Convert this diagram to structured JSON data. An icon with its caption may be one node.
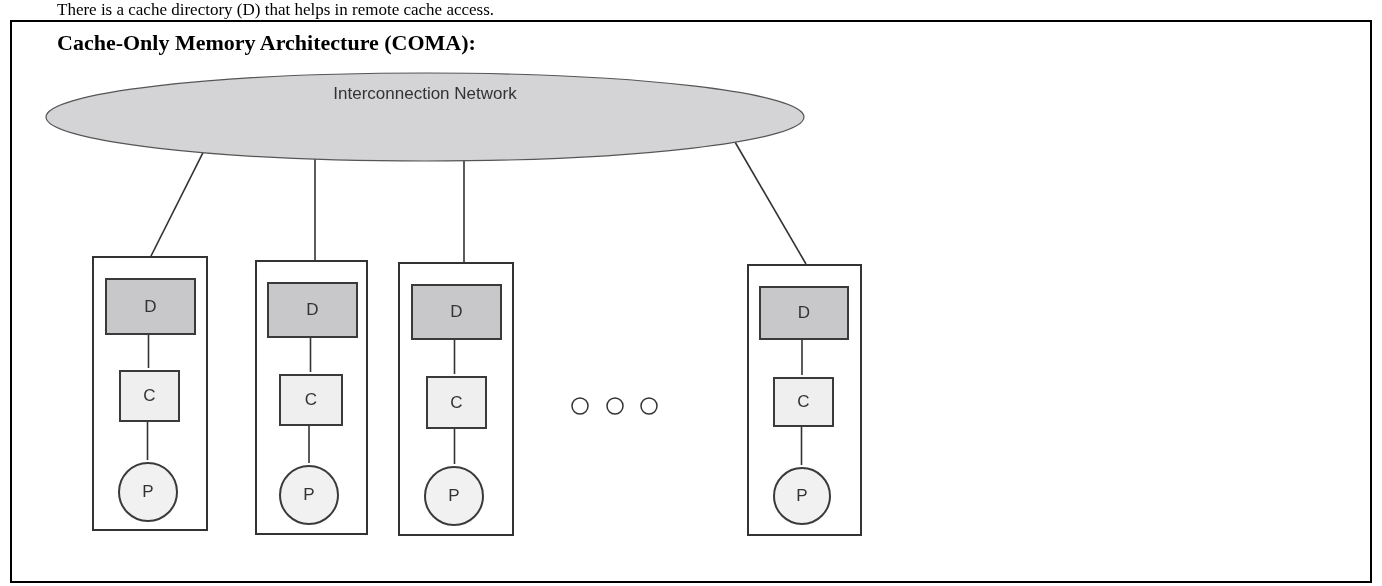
{
  "diagram": {
    "title": "Cache-Only Memory Architecture (COMA):",
    "nodes": [
      {
        "text": [
          "Interconnection Network"
        ]
      },
      {
        "text": [],
        "shape": "box"
      },
      {
        "text": [
          "D"
        ],
        "in": 1
      },
      {
        "text": [
          "C"
        ],
        "in": 1
      },
      {
        "text": [
          "P"
        ],
        "in": 1
      },
      {
        "text": [],
        "shape": "box"
      },
      {
        "text": [
          "D"
        ],
        "in": 5
      },
      {
        "text": [
          "C"
        ],
        "in": 5
      },
      {
        "text": [
          "P"
        ],
        "in": 5
      },
      {
        "text": [],
        "shape": "box"
      },
      {
        "text": [
          "D"
        ],
        "in": 9
      },
      {
        "text": [
          "C"
        ],
        "in": 9
      },
      {
        "text": [
          "P"
        ],
        "in": 9
      },
      {
        "text": [],
        "shape": "box"
      },
      {
        "text": [
          "D"
        ],
        "in": 13
      },
      {
        "text": [
          "C"
        ],
        "in": 13
      },
      {
        "text": [
          "P"
        ],
        "in": 13
      }
    ],
    "edges": [
      {
        "from": 0,
        "to": 1,
        "arrow": "none"
      },
      {
        "from": 2,
        "to": 3,
        "arrow": "none"
      },
      {
        "from": 3,
        "to": 4,
        "arrow": "none"
      },
      {
        "from": 0,
        "to": 5,
        "arrow": "none"
      },
      {
        "from": 6,
        "to": 7,
        "arrow": "none"
      },
      {
        "from": 7,
        "to": 8,
        "arrow": "none"
      },
      {
        "from": 0,
        "to": 9,
        "arrow": "none"
      },
      {
        "from": 10,
        "to": 11,
        "arrow": "none"
      },
      {
        "from": 11,
        "to": 12,
        "arrow": "none"
      },
      {
        "from": 0,
        "to": 13,
        "arrow": "none"
      },
      {
        "from": 14,
        "to": 15,
        "arrow": "none"
      },
      {
        "from": 15,
        "to": 16,
        "arrow": "none"
      }
    ],
    "labels": [
      "There is a cache directory (D) that helps in remote cache access."
    ]
  }
}
